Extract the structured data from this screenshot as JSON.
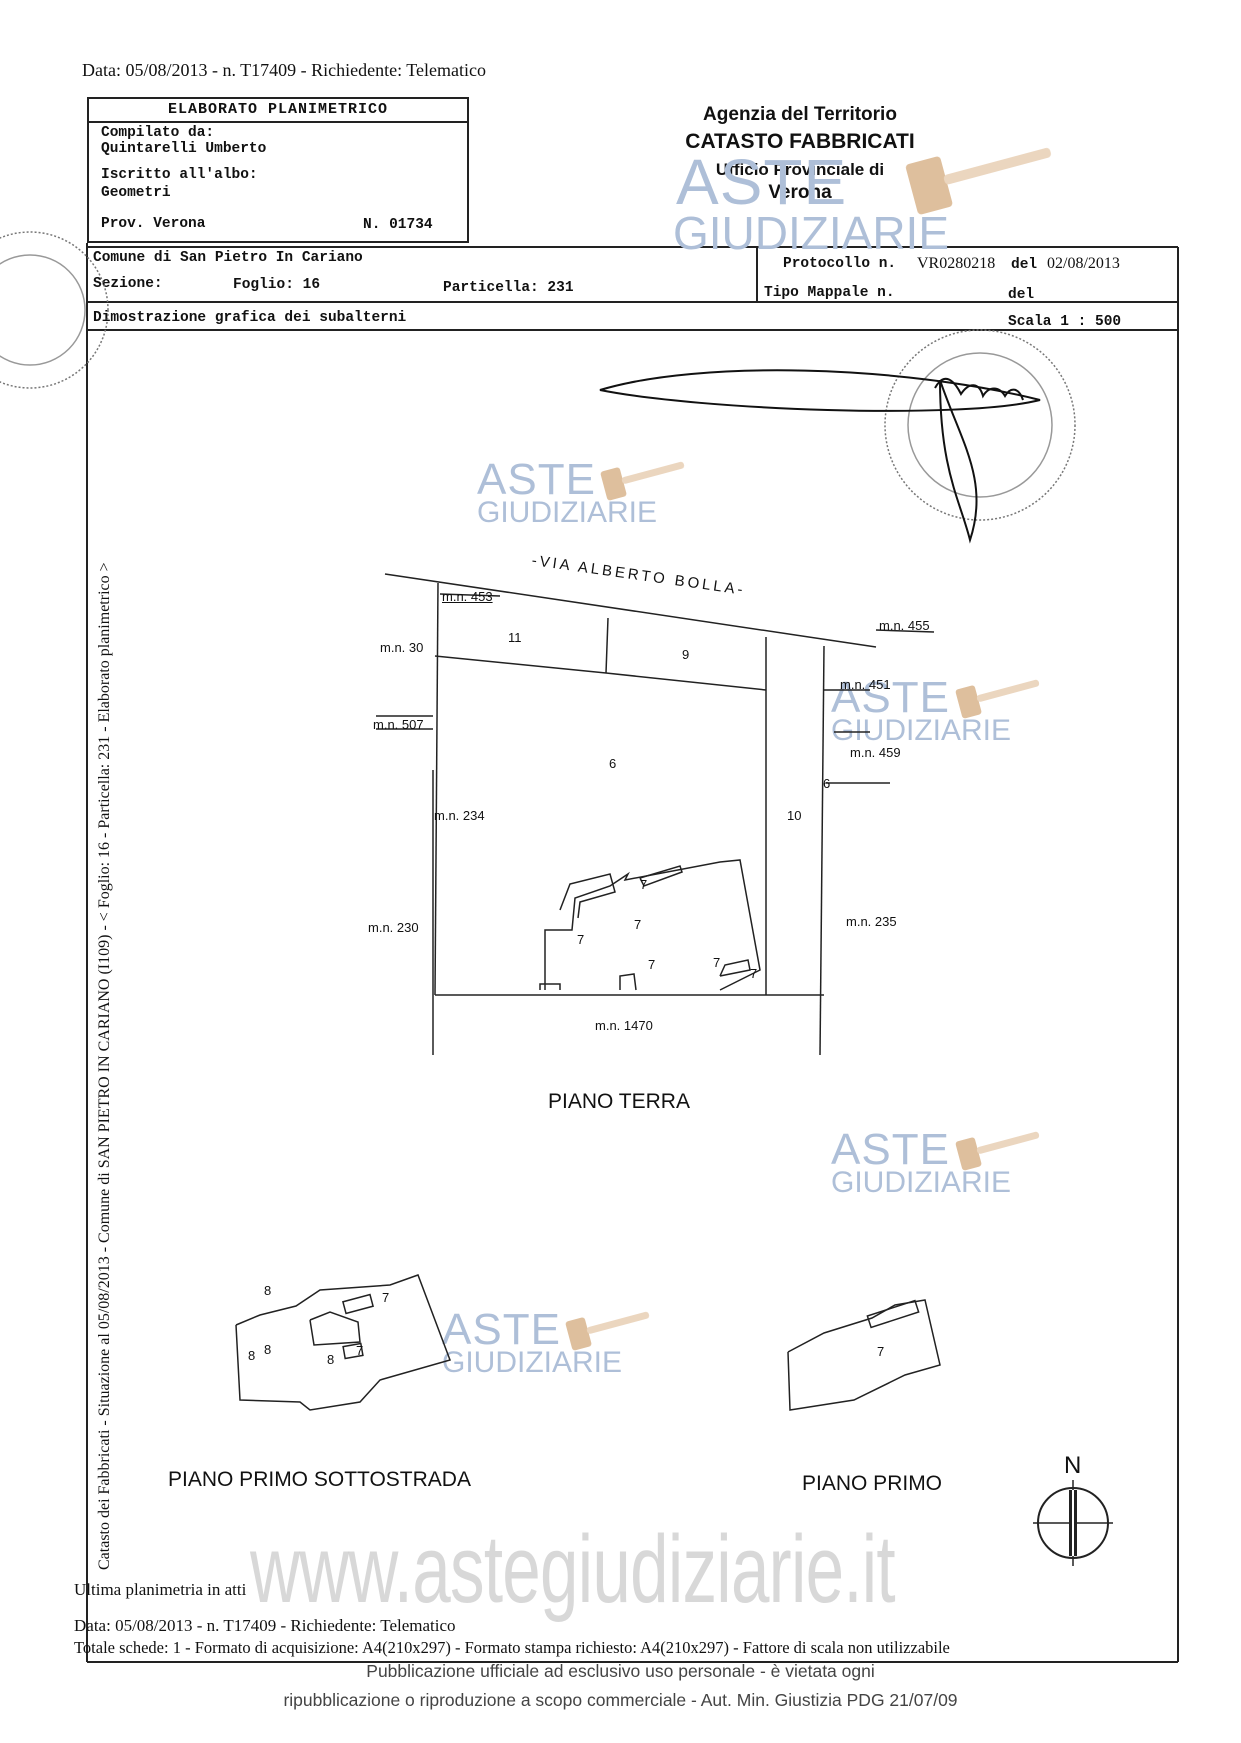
{
  "header": "Data: 05/08/2013 - n. T17409 - Richiedente: Telematico",
  "info_box": {
    "title": "ELABORATO PLANIMETRICO",
    "compiled_label": "Compilato da:",
    "compiled_name": "Quintarelli Umberto",
    "albo_label": "Iscritto all'albo:",
    "albo_value": "Geometri",
    "prov": "Prov. Verona",
    "number": "N. 01734"
  },
  "agency": {
    "name": "Agenzia del Territorio",
    "catasto": "CATASTO FABBRICATI",
    "ufficio": "Ufficio Provinciale di",
    "city": "Verona"
  },
  "grid": {
    "comune": "Comune di San Pietro In Cariano",
    "sezione_label": "Sezione:",
    "foglio": "Foglio: 16",
    "particella": "Particella: 231",
    "protocollo_label": "Protocollo n.",
    "protocollo_value": "VR0280218",
    "del_label": "del",
    "protocollo_date": "02/08/2013",
    "tipo_mappale": "Tipo Mappale n.",
    "del_label_2": "del",
    "dimostrazione": "Dimostrazione grafica dei subalterni",
    "scala": "Scala 1 : 500"
  },
  "watermark": {
    "aste": "ASTE",
    "giudiziarie": "GIUDIZIARIE",
    "site": "www.astegiudiziarie.it"
  },
  "plan": {
    "street": "-VIA ALBERTO BOLLA-",
    "mn453": "m.n. 453",
    "mn455": "m.n. 455",
    "mn30": "m.n. 30",
    "mn451": "m.n. 451",
    "mn507": "m.n. 507",
    "mn459": "m.n. 459",
    "mn234": "m.n. 234",
    "mn230": "m.n. 230",
    "mn235": "m.n. 235",
    "mn1470": "m.n. 1470",
    "sub11": "11",
    "sub9": "9",
    "sub6": "6",
    "sub6b": "6",
    "sub10": "10",
    "sub7": "7",
    "sub8": "8"
  },
  "floors": {
    "terra": "PIANO TERRA",
    "sottostrada": "PIANO PRIMO SOTTOSTRADA",
    "primo": "PIANO PRIMO"
  },
  "north": "N",
  "side_text": "Catasto dei Fabbricati - Situazione al 05/08/2013 - Comune di SAN PIETRO IN CARIANO (I109) - < Foglio: 16 - Particella: 231 - Elaborato planimetrico >",
  "footer": {
    "ultima": "Ultima planimetria in atti",
    "data": "Data: 05/08/2013 - n. T17409 - Richiedente: Telematico",
    "totale": "Totale schede: 1 - Formato di acquisizione: A4(210x297) - Formato stampa richiesto: A4(210x297) - Fattore di scala non utilizzabile"
  },
  "publication": {
    "line1": "Pubblicazione ufficiale ad esclusivo uso personale - è vietata ogni",
    "line2": "ripubblicazione o riproduzione a scopo commerciale - Aut. Min. Giustizia PDG 21/07/09"
  }
}
